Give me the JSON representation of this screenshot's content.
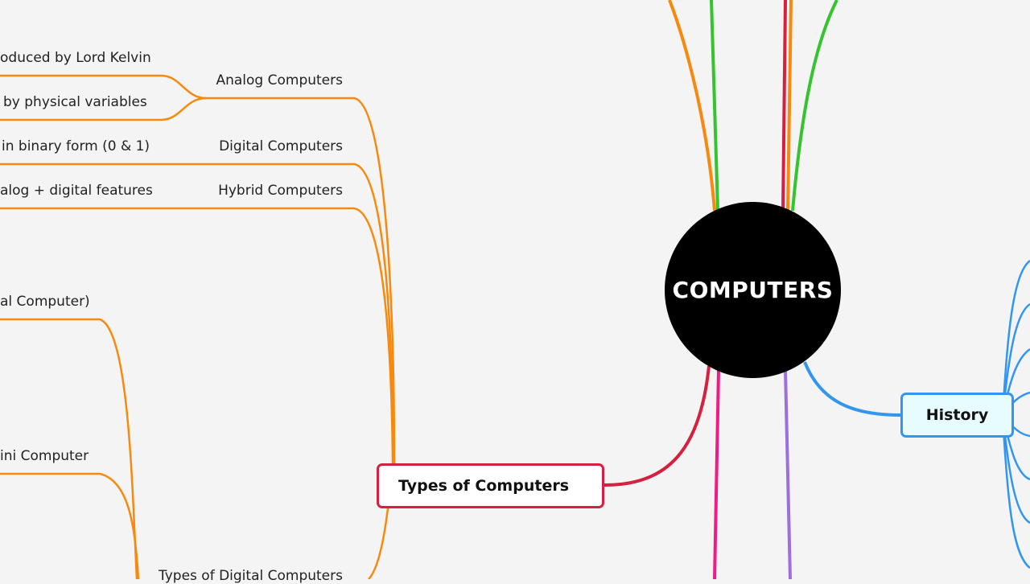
{
  "root": {
    "label": "COMPUTERS"
  },
  "branches": {
    "types": {
      "label": "Types of Computers",
      "children": [
        {
          "label": "Analog Computers",
          "details": [
            "oduced by Lord Kelvin",
            "by physical variables"
          ]
        },
        {
          "label": "Digital Computers",
          "details": [
            "in binary form (0 & 1)"
          ]
        },
        {
          "label": "Hybrid Computers",
          "details": [
            "alog + digital features"
          ]
        },
        {
          "label": "Types of Digital Computers",
          "details": [
            "al Computer)",
            "ini Computer"
          ]
        }
      ]
    },
    "history": {
      "label": "History"
    }
  },
  "colors": {
    "types": "#d6203f",
    "types_children": "#f78a0e",
    "history": "#3296f0",
    "green": "#35c42f",
    "crimson": "#d6203f",
    "orange": "#f78a0e",
    "pink": "#ef1c86",
    "purple": "#9c6fde"
  }
}
